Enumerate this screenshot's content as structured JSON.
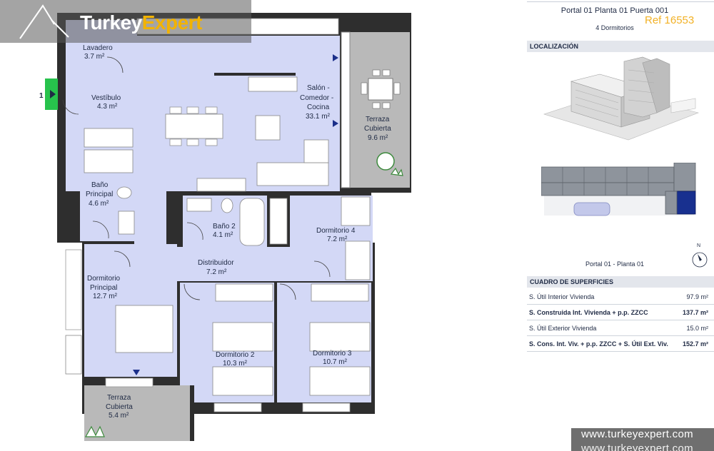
{
  "brand": {
    "word1": "Turkey",
    "word2": "Expert",
    "ref": "Ref 16553",
    "footer_url": "www.turkeyexpert.com",
    "footer_url2": "www.turkeyexpert.com"
  },
  "header": {
    "title": "Portal 01 Planta 01 Puerta 001",
    "subtitle": "4 Dormitorios"
  },
  "localizacion": {
    "heading": "LOCALIZACIÓN",
    "portal_label": "Portal 01 - Planta 01",
    "compass_letter": "N"
  },
  "plan": {
    "entrance_number": "1",
    "rooms": [
      {
        "name": "Lavadero",
        "area": "3.7 m²"
      },
      {
        "name": "Vestíbulo",
        "area": "4.3 m²"
      },
      {
        "name": "Salón -",
        "name2": "Comedor -",
        "name3": "Cocina",
        "area": "33.1 m²"
      },
      {
        "name": "Terraza",
        "name2": "Cubierta",
        "area": "9.6 m²"
      },
      {
        "name": "Baño",
        "name2": "Principal",
        "area": "4.6 m²"
      },
      {
        "name": "Baño 2",
        "area": "4.1 m²"
      },
      {
        "name": "Dormitorio 4",
        "area": "7.2 m²"
      },
      {
        "name": "Distribuidor",
        "area": "7.2 m²"
      },
      {
        "name": "Dormitorio",
        "name2": "Principal",
        "area": "12.7 m²"
      },
      {
        "name": "Dormitorio 2",
        "area": "10.3 m²"
      },
      {
        "name": "Dormitorio 3",
        "area": "10.7 m²"
      },
      {
        "name": "Terraza",
        "name2": "Cubierta",
        "area": "5.4 m²"
      }
    ]
  },
  "superficies": {
    "heading": "CUADRO DE SUPERFICIES",
    "rows": [
      {
        "label": "S. Útil Interior Vivienda",
        "value": "97.9 m²"
      },
      {
        "label": "S. Construida Int. Vivienda + p.p. ZZCC",
        "value": "137.7 m²"
      },
      {
        "label": "S. Útil Exterior Vivienda",
        "value": "15.0 m²"
      },
      {
        "label": "S. Cons. Int. Viv. + p.p. ZZCC + S. Útil Ext. Viv.",
        "value": "152.7 m²"
      }
    ]
  },
  "colors": {
    "floor": "#d3d8f6",
    "wall": "#2e2e2e",
    "terrace": "#b9b9b9",
    "accent": "#1b2f8a",
    "entrance": "#27c24c"
  }
}
